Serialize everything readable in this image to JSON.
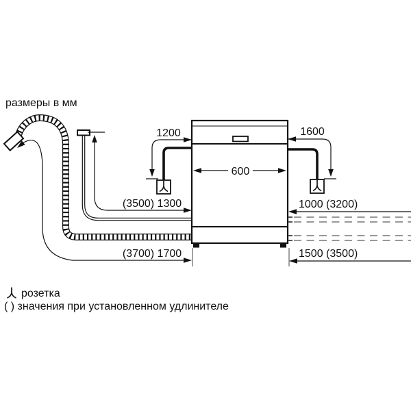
{
  "title": "размеры в мм",
  "dimensions": {
    "cord_left": "1200",
    "cord_right": "1600",
    "appliance_width": "600",
    "supply_hose": "(3500) 1300",
    "right_mid": "1000 (3200)",
    "drain_hose": "(3700) 1700",
    "right_bottom": "1500 (3500)"
  },
  "legend": {
    "socket": "розетка",
    "brackets_note": "( ) значения при установленном удлинителе"
  },
  "icons": {
    "socket": "socket-icon"
  },
  "colors": {
    "line": "#111111",
    "dashed_line": "#8a8a8a",
    "background": "#ffffff"
  }
}
